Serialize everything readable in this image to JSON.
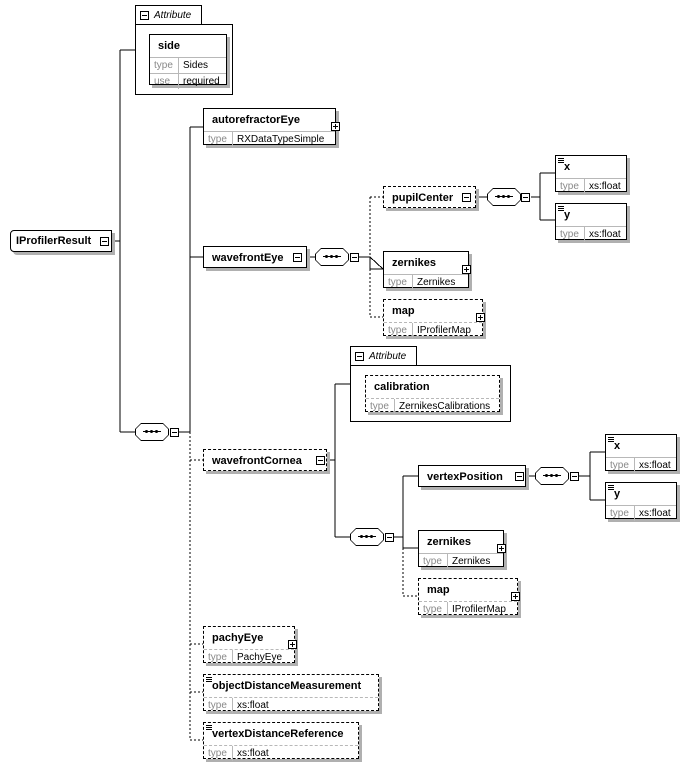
{
  "root": {
    "name": "IProfilerResult"
  },
  "attribute_group_1": {
    "title": "Attribute",
    "attribute": {
      "name": "side",
      "type_key": "type",
      "type_value": "Sides",
      "use_key": "use",
      "use_value": "required"
    }
  },
  "elements": {
    "autorefractorEye": {
      "name": "autorefractorEye",
      "type_key": "type",
      "type_value": "RXDataTypeSimple"
    },
    "wavefrontEye": {
      "name": "wavefrontEye"
    },
    "pupilCenter": {
      "name": "pupilCenter"
    },
    "pupil_x": {
      "name": "x",
      "type_key": "type",
      "type_value": "xs:float"
    },
    "pupil_y": {
      "name": "y",
      "type_key": "type",
      "type_value": "xs:float"
    },
    "zernikes_1": {
      "name": "zernikes",
      "type_key": "type",
      "type_value": "Zernikes"
    },
    "map_1": {
      "name": "map",
      "type_key": "type",
      "type_value": "IProfilerMap"
    },
    "wavefrontCornea": {
      "name": "wavefrontCornea"
    },
    "vertexPosition": {
      "name": "vertexPosition"
    },
    "vertex_x": {
      "name": "x",
      "type_key": "type",
      "type_value": "xs:float"
    },
    "vertex_y": {
      "name": "y",
      "type_key": "type",
      "type_value": "xs:float"
    },
    "zernikes_2": {
      "name": "zernikes",
      "type_key": "type",
      "type_value": "Zernikes"
    },
    "map_2": {
      "name": "map",
      "type_key": "type",
      "type_value": "IProfilerMap"
    },
    "pachyEye": {
      "name": "pachyEye",
      "type_key": "type",
      "type_value": "PachyEye"
    },
    "objectDistanceMeasurement": {
      "name": "objectDistanceMeasurement",
      "type_key": "type",
      "type_value": "xs:float"
    },
    "vertexDistanceReference": {
      "name": "vertexDistanceReference",
      "type_key": "type",
      "type_value": "xs:float"
    }
  },
  "attribute_group_2": {
    "title": "Attribute",
    "attribute": {
      "name": "calibration",
      "type_key": "type",
      "type_value": "ZernikesCalibrations"
    }
  }
}
